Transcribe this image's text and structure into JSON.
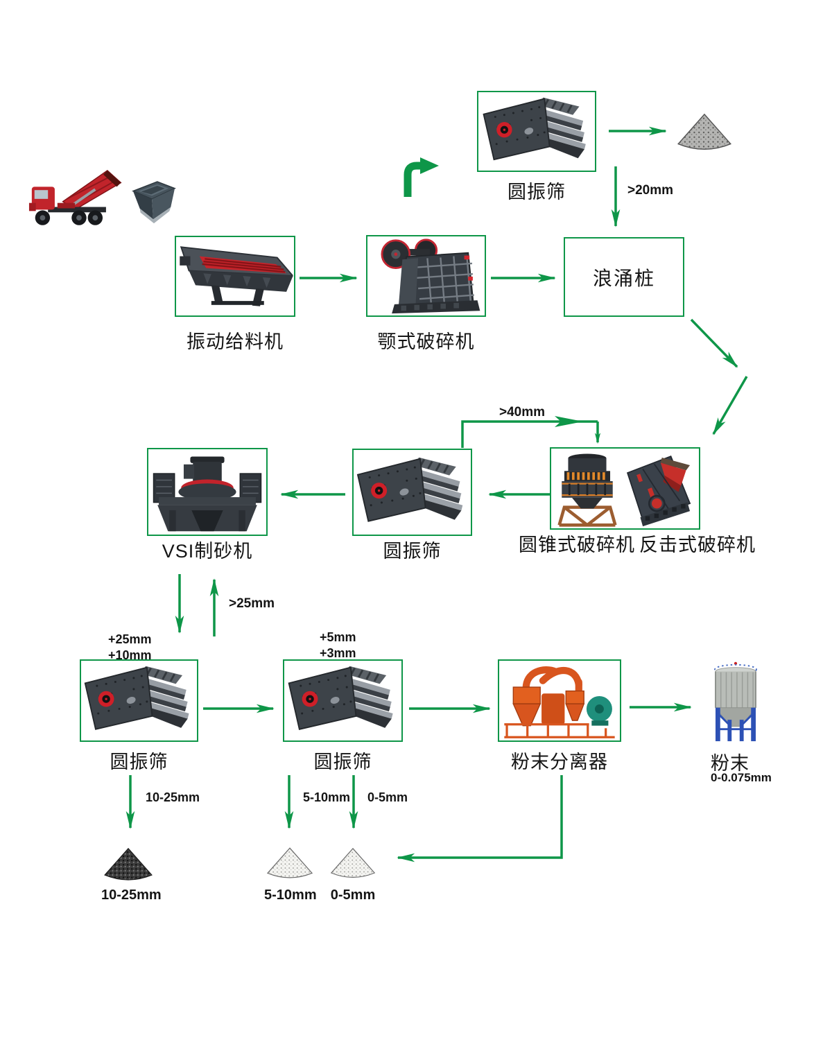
{
  "colors": {
    "accent_green": "#0e9648",
    "machine_red": "#c1242b",
    "separator_orange": "#e2601f",
    "fan_teal": "#1f8f7c",
    "silo_leg_blue": "#2d51b5"
  },
  "nodes": {
    "screen_top": {
      "label": "圆振筛"
    },
    "surge_bin": {
      "label": "浪涌桩"
    },
    "feeder": {
      "label": "振动给料机"
    },
    "jaw_crusher": {
      "label": "颚式破碎机"
    },
    "vsi": {
      "label": "VSI制砂机"
    },
    "screen_mid": {
      "label": "圆振筛"
    },
    "cone_crusher": {
      "label": "圆锥式破碎机"
    },
    "impact_crusher": {
      "label": "反击式破碎机"
    },
    "screen_bottom_left": {
      "label": "圆振筛"
    },
    "screen_bottom_mid": {
      "label": "圆振筛"
    },
    "powder_separator": {
      "label": "粉末分离器"
    },
    "powder_silo": {
      "label": "粉末",
      "size": "0-0.075mm"
    }
  },
  "flow_labels": {
    "over_20": ">20mm",
    "over_40": ">40mm",
    "over_25": ">25mm",
    "plus_25": "+25mm",
    "plus_10": "+10mm",
    "plus_5": "+5mm",
    "plus_3": "+3mm",
    "out_10_25": "10-25mm",
    "out_5_10": "5-10mm",
    "out_0_5": "0-5mm"
  },
  "piles": {
    "p_10_25": {
      "label": "10-25mm"
    },
    "p_5_10": {
      "label": "5-10mm"
    },
    "p_0_5": {
      "label": "0-5mm"
    }
  }
}
